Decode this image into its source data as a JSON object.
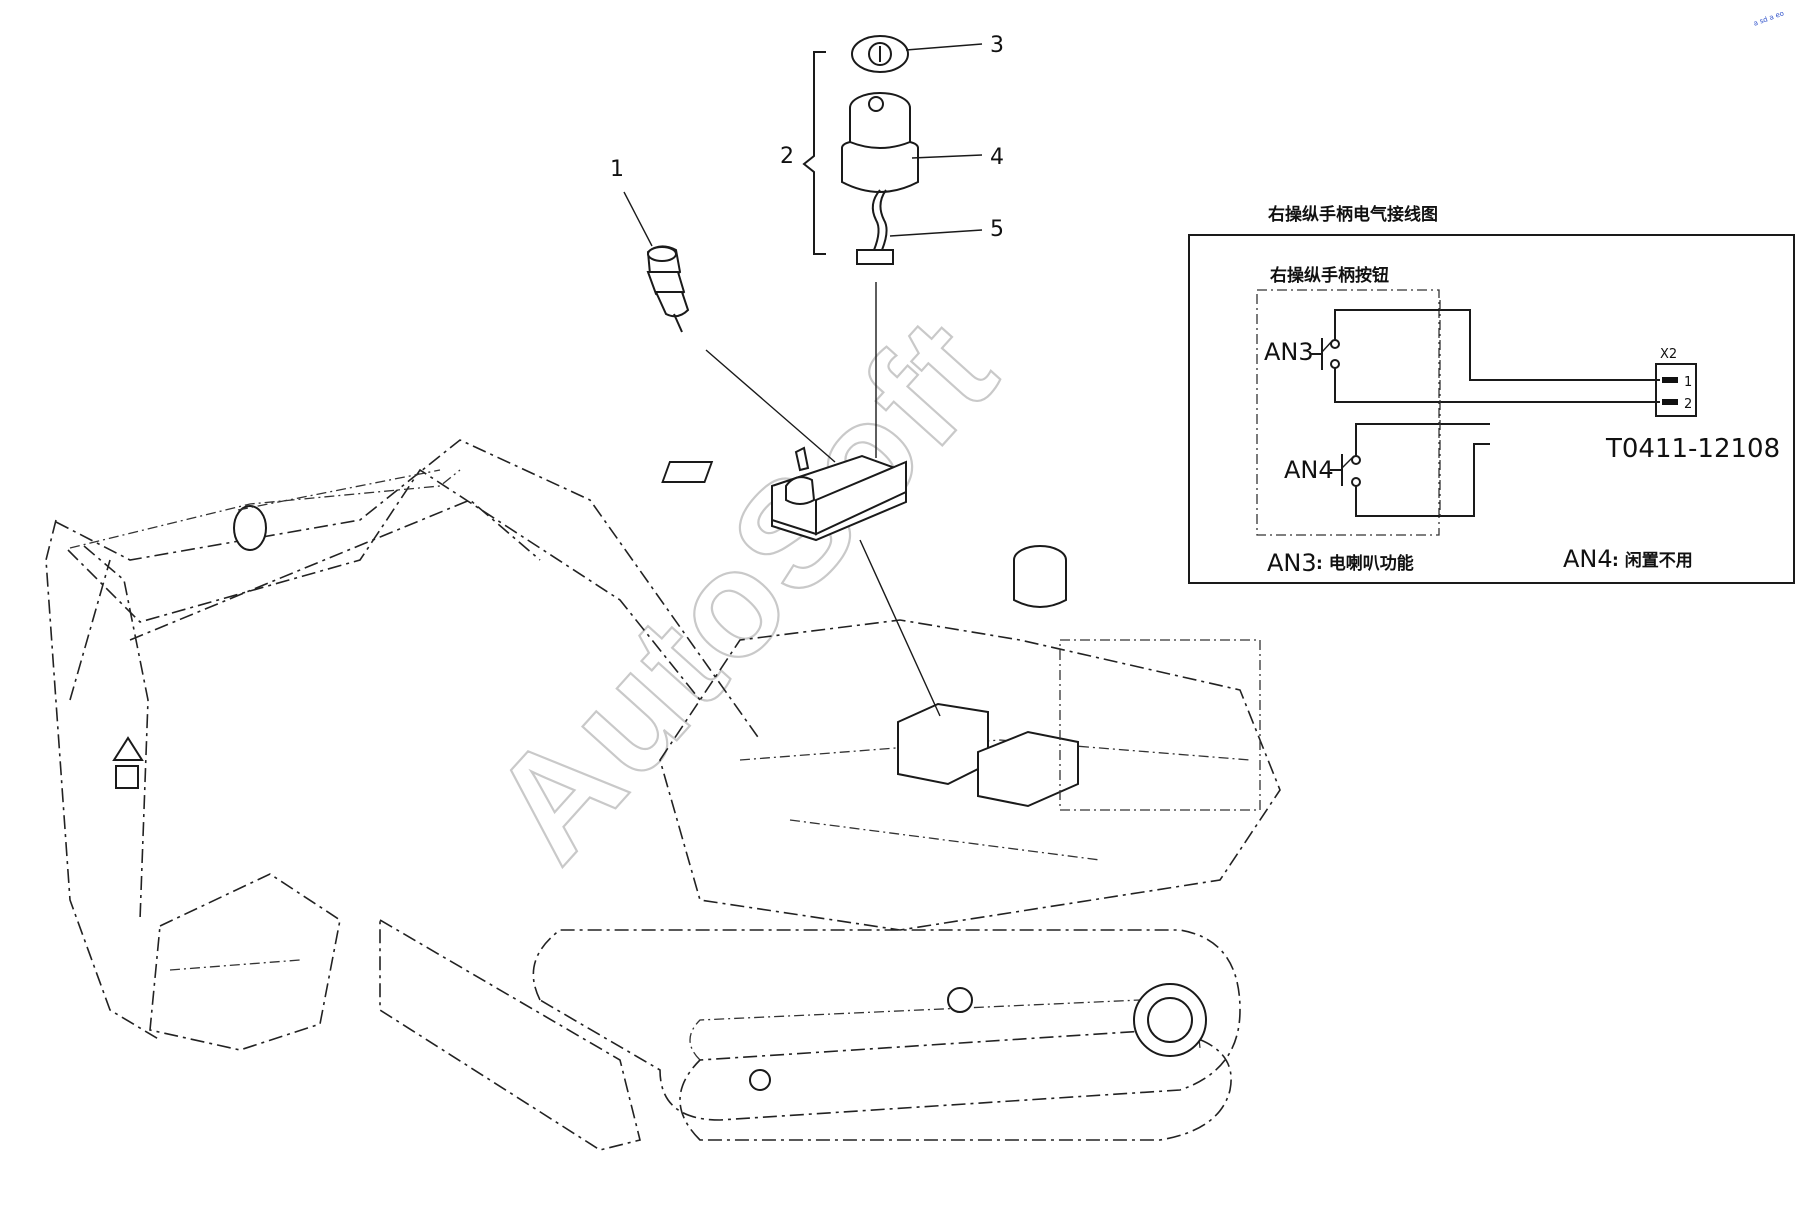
{
  "callouts": {
    "c1": "1",
    "c2": "2",
    "c3": "3",
    "c4": "4",
    "c5": "5"
  },
  "wiring": {
    "title": "右操纵手柄电气接线图",
    "sub_title": "右操纵手柄按钮",
    "an3": "AN3",
    "an4": "AN4",
    "connector": "X2",
    "pin1": "1",
    "pin2": "2",
    "part_code": "T0411-12108",
    "note_an3_label": "AN3",
    "note_an3_text": ": 电喇叭功能",
    "note_an4_label": "AN4",
    "note_an4_text": ": 闲置不用"
  },
  "watermark": "AutoSoft",
  "corner_mark": "a sd  a eo"
}
